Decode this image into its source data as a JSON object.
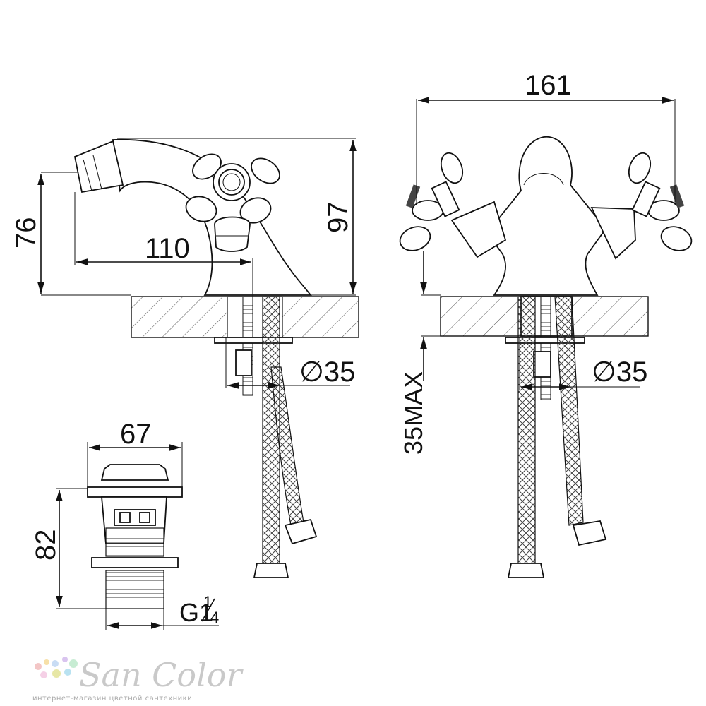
{
  "dimensions": {
    "side_height_spout": "76",
    "side_reach": "110",
    "side_total_height": "97",
    "side_hole_diameter": "∅35",
    "front_width": "161",
    "front_hole_diameter": "∅35",
    "front_counter_thickness": "35MAX",
    "drain_diameter": "67",
    "drain_height": "82",
    "drain_thread": "G1",
    "drain_thread_num": "1",
    "drain_thread_den": "4"
  },
  "logo": {
    "name": "San Color",
    "tagline": "интернет-магазин цветной сантехники",
    "dot_colors": [
      "#f3c6c6",
      "#f7e0a8",
      "#c8dcf4",
      "#d9c4ef",
      "#c7ecd3",
      "#f5d0e6",
      "#e7e7a6",
      "#b9e2f1"
    ]
  }
}
